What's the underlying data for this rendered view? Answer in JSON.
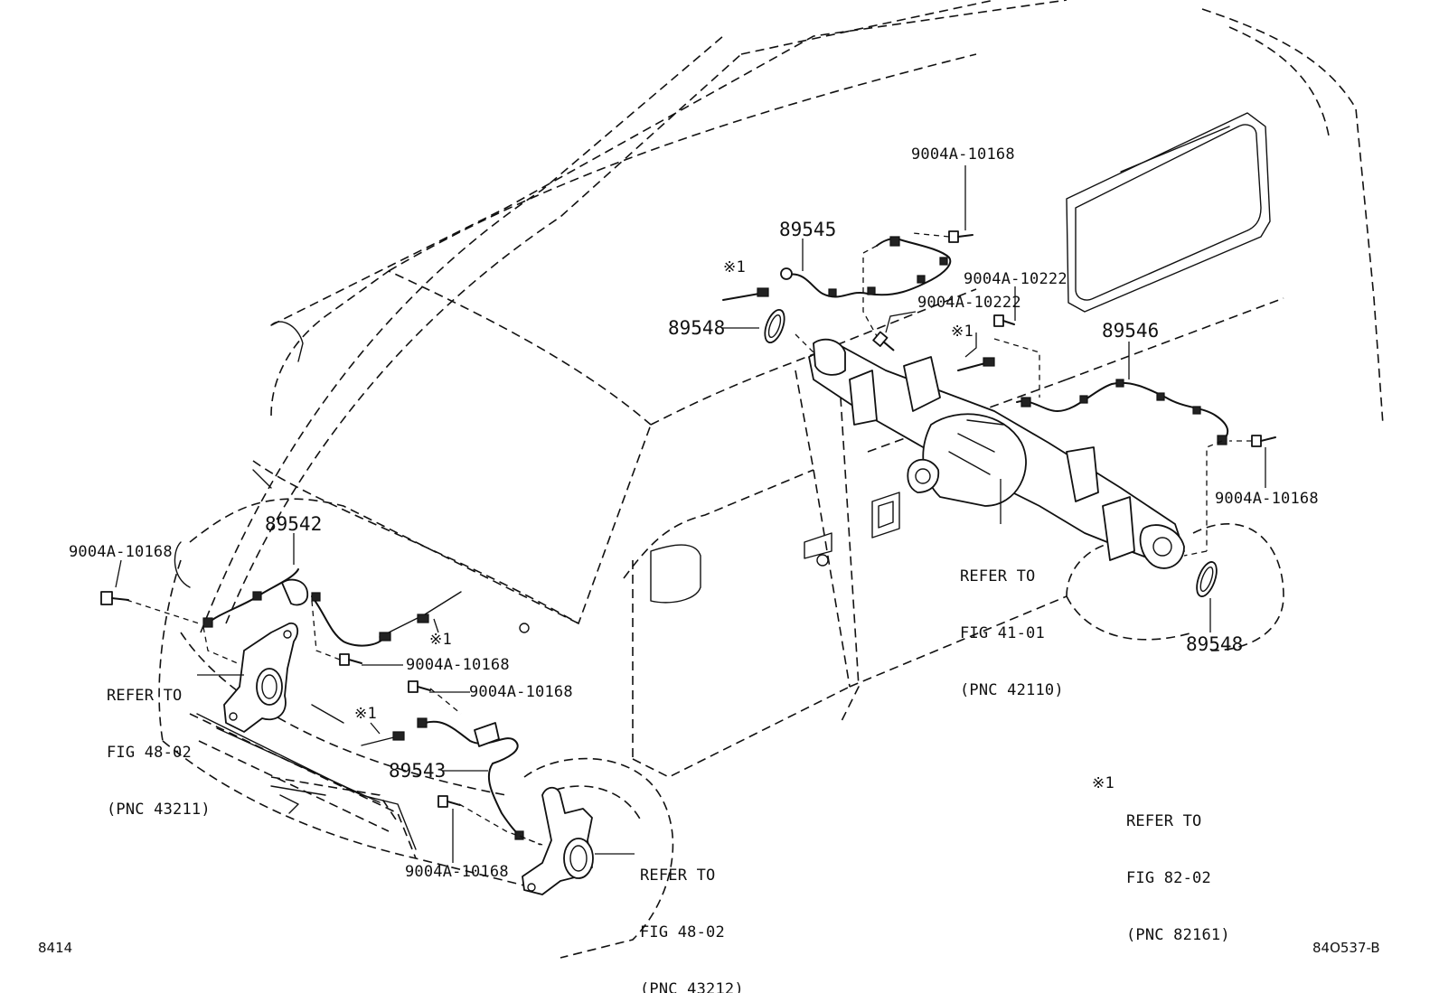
{
  "labels": {
    "p89545": "89545",
    "p89548_top": "89548",
    "p89546": "89546",
    "p89548_bottom": "89548",
    "p89542": "89542",
    "p89543": "89543",
    "bolt_top": "9004A-10168",
    "bolt_10222_upper": "9004A-10222",
    "bolt_10222_lower": "9004A-10222",
    "bolt_right": "9004A-10168",
    "bolt_left": "9004A-10168",
    "bolt_front_mid1": "9004A-10168",
    "bolt_front_mid2": "9004A-10168",
    "bolt_front_bottom": "9004A-10168",
    "note1_top": "※1",
    "note1_mid": "※1",
    "note1_front": "※1",
    "note1_lower": "※1"
  },
  "refs": {
    "rear_axle": [
      "REFER TO",
      "FIG 41-01",
      "(PNC 42110)"
    ],
    "knuckle_left": [
      "REFER TO",
      "FIG 48-02",
      "(PNC 43211)"
    ],
    "knuckle_right": [
      "REFER TO",
      "FIG 48-02",
      "(PNC 43212)"
    ]
  },
  "note": {
    "mark": "※1",
    "lines": [
      "REFER TO",
      "FIG 82-02",
      "(PNC 82161)"
    ]
  },
  "footer": {
    "left": "8414",
    "right": "84O537-B"
  }
}
